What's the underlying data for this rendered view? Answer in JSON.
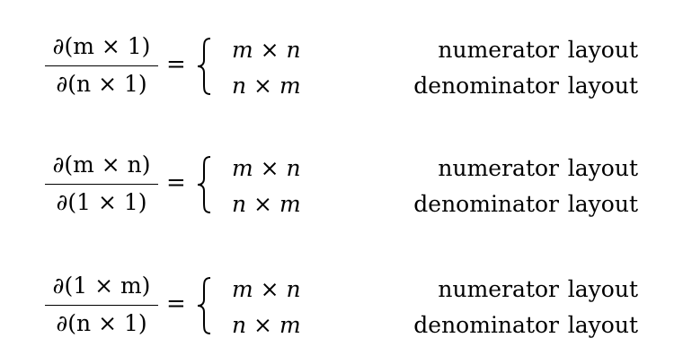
{
  "equations": [
    {
      "numerator": "∂(m × 1)",
      "denominator": "∂(n × 1)",
      "equals": "=",
      "cases": [
        {
          "dims": "m × n",
          "kind": "numerator",
          "layout": "layout"
        },
        {
          "dims": "n × m",
          "kind": "denominator",
          "layout": "layout"
        }
      ]
    },
    {
      "numerator": "∂(m × n)",
      "denominator": "∂(1 × 1)",
      "equals": "=",
      "cases": [
        {
          "dims": "m × n",
          "kind": "numerator",
          "layout": "layout"
        },
        {
          "dims": "n × m",
          "kind": "denominator",
          "layout": "layout"
        }
      ]
    },
    {
      "numerator": "∂(1 × m)",
      "denominator": "∂(n × 1)",
      "equals": "=",
      "cases": [
        {
          "dims": "m × n",
          "kind": "numerator",
          "layout": "layout"
        },
        {
          "dims": "n × m",
          "kind": "denominator",
          "layout": "layout"
        }
      ]
    }
  ]
}
